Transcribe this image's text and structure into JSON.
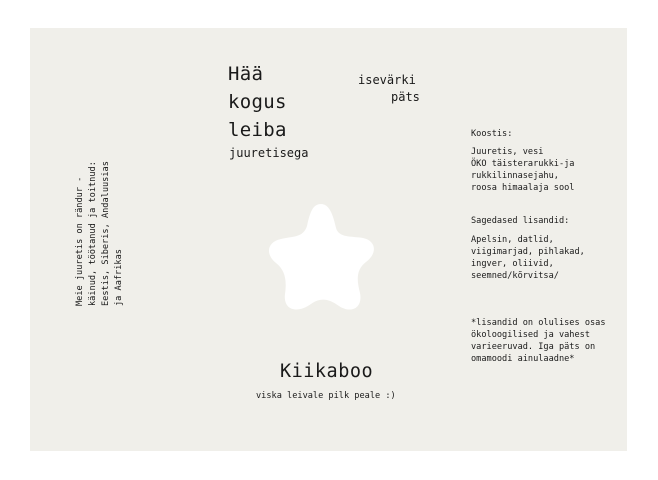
{
  "product": {
    "title_lines": [
      "Hää",
      "kogus",
      "leiba"
    ],
    "subtitle": "juuretisega",
    "type_lines": [
      "isevärki",
      "päts"
    ]
  },
  "side_note": {
    "lines": [
      "Meie juuretis on rändur -",
      "käinud, töötanud ja toitnud:",
      "Eestis, Siberis, Andaluusias",
      "ja Aafrikas"
    ]
  },
  "composition": {
    "heading": "Koostis:",
    "lines": [
      "Juuretis, vesi",
      "ÖKO täisterarukki-ja",
      "rukkilinnasejahu,",
      "roosa himaalaja sool"
    ]
  },
  "additions": {
    "heading": "Sagedased lisandid:",
    "lines": [
      "Apelsin, datlid,",
      "viigimarjad, pihlakad,",
      "ingver, oliivid,",
      "seemned/kõrvitsa/"
    ]
  },
  "footnote": {
    "lines": [
      "*lisandid on olulises osas",
      "ökoloogilised ja vahest",
      "varieeruvad. Iga päts on",
      "omamoodi ainulaadne*"
    ]
  },
  "brand": {
    "name": "Kiikaboo",
    "tagline": "viska leivale pilk peale :)"
  },
  "colors": {
    "card_background": "#f0efea",
    "logo_fill": "#ffffff",
    "text": "#1a1a1a"
  },
  "icons": {
    "logo": "star-icon"
  }
}
